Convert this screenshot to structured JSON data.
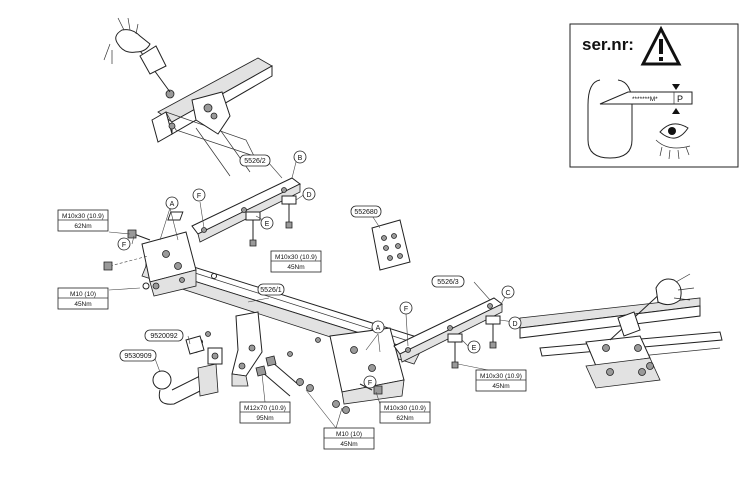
{
  "warning_panel": {
    "serial_label": "ser.nr:",
    "plate_code": "*******M*",
    "plate_letter": "P"
  },
  "part_labels": {
    "beam": "5526/1",
    "bracket_left": "5526/2",
    "bracket_right": "5526/3",
    "bolt_kit": "552680",
    "socket_plate": "9520092",
    "towball": "9530909"
  },
  "callouts": {
    "a": "A",
    "b": "B",
    "c": "C",
    "d": "D",
    "e": "E",
    "f": "F"
  },
  "torque_boxes": {
    "top_left": {
      "bolt": "M10x30 (10.9)",
      "torque": "62Nm"
    },
    "mid_left": {
      "bolt": "M10 (10)",
      "torque": "45Nm"
    },
    "top_center": {
      "bolt": "M10x30 (10.9)",
      "torque": "45Nm"
    },
    "right": {
      "bolt": "M10x30 (10.9)",
      "torque": "45Nm"
    },
    "m12": {
      "bolt": "M12x70 (10.9)",
      "torque": "95Nm"
    },
    "bottom_right": {
      "bolt": "M10x30 (10.9)",
      "torque": "62Nm"
    },
    "bottom": {
      "bolt": "M10 (10)",
      "torque": "45Nm"
    }
  }
}
